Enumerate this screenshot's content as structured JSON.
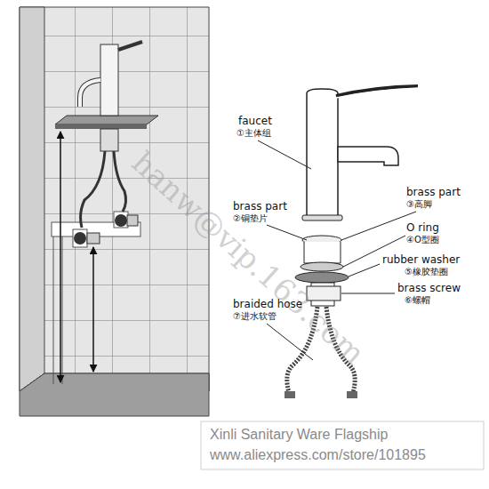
{
  "diagram": {
    "labels": [
      "faucet",
      "①主体组",
      "brass part",
      "②铜垫片",
      "brass part",
      "③高脚",
      "O ring",
      "④O型圈",
      "rubber washer",
      "⑤橡胶垫圈",
      "brass screw",
      "⑥螺帽",
      "braided hose",
      "⑦进水软管",
      "hanw@vip.163.com",
      "Xinli Sanitary Ware Flagship",
      "www.aliexpress.com/store/101895"
    ]
  }
}
